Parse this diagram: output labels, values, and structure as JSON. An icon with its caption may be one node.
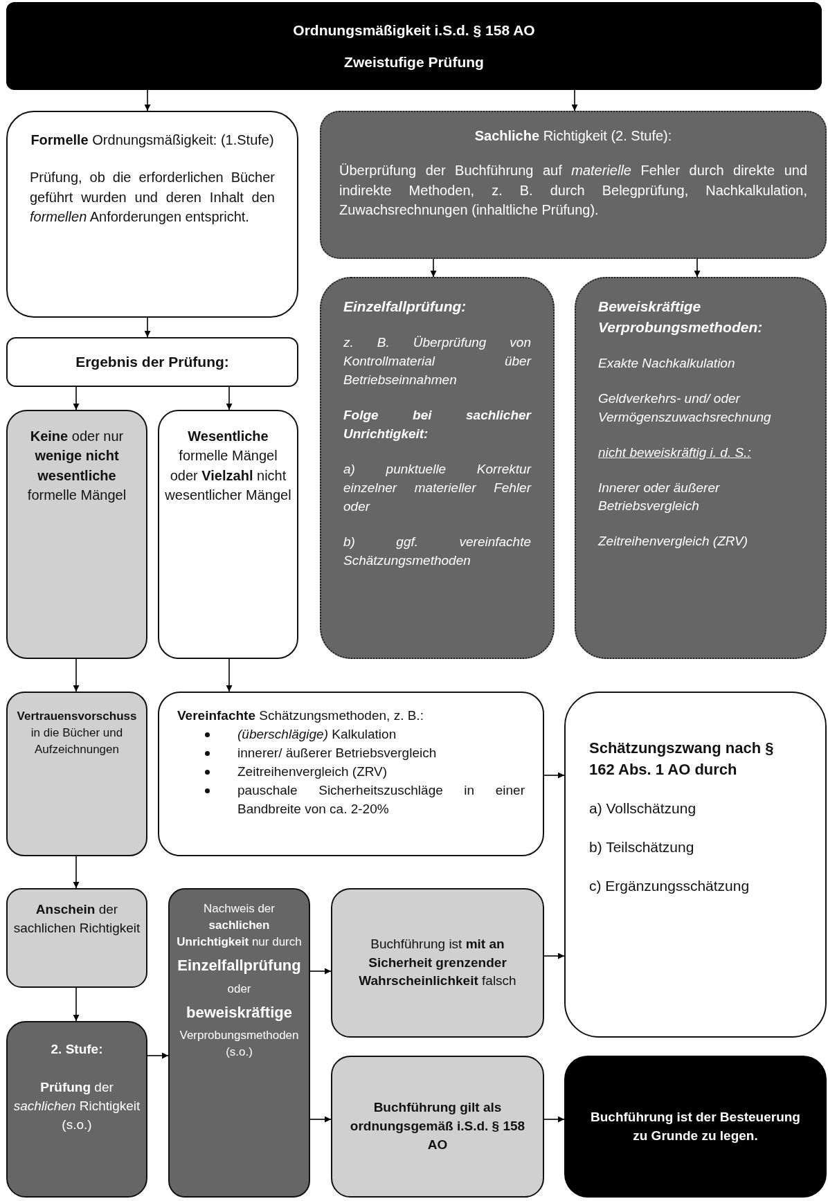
{
  "diagram": {
    "nodes": [
      {
        "text": [
          "Ordnungsmäßigkeit i.S.d. § 158 AO",
          "Zweistufige Prüfung"
        ]
      },
      {
        "text": [
          "**Formelle** Ordnungsmäßigkeit: (1.Stufe)",
          "Prüfung, ob die erforderlichen Bücher geführt wurden und deren Inhalt den *formellen* Anforderungen entspricht."
        ]
      },
      {
        "text": [
          "**Sachliche** Richtigkeit (2. Stufe):",
          "Überprüfung der Buchführung auf *materielle* Fehler durch direkte und indirekte Methoden, z. B. durch Belegprüfung, Nachkalkulation, Zuwachsrechnungen (inhaltliche Prüfung)."
        ]
      },
      {
        "text": [
          "Ergebnis der Prüfung:"
        ]
      },
      {
        "text": [
          "Einzelfallprüfung:",
          "z. B. Überprüfung von Kontrollmaterial über Betriebseinnahmen",
          "Folge bei sachlicher Unrichtigkeit:",
          "a) punktuelle Korrektur einzelner materieller Fehler oder",
          "b) ggf. vereinfachte Schätzungsmethoden"
        ]
      },
      {
        "text": [
          "Beweiskräftige Verprobungsmethoden:",
          "Exakte Nachkalkulation",
          "Geldverkehrs- und/ oder Vermögenszuwachsrechnung",
          "nicht beweiskräftig i. d. S.:",
          "Innerer oder äußerer Betriebsvergleich",
          "Zeitreihenvergleich (ZRV)"
        ]
      },
      {
        "text": [
          "**Keine** oder nur **wenige nicht wesentliche** formelle Mängel"
        ]
      },
      {
        "text": [
          "**Wesentliche** formelle Mängel oder **Vielzahl** nicht wesentlicher Mängel"
        ]
      },
      {
        "text": [
          "**Vertrauensvorschuss** in die Bücher und Aufzeichnungen"
        ]
      },
      {
        "text": [
          "**Vereinfachte** Schätzungsmethoden, z. B.:",
          "*(überschlägige)* Kalkulation",
          "innerer/ äußerer Betriebsvergleich",
          "Zeitreihenvergleich (ZRV)",
          "pauschale Sicherheitszuschläge in einer Bandbreite von ca. 2-20%"
        ]
      },
      {
        "text": [
          "Schätzungszwang nach § 162 Abs. 1 AO durch",
          "a) Vollschätzung",
          "b) Teilschätzung",
          "c) Ergänzungsschätzung"
        ]
      },
      {
        "text": [
          "**Anschein** der sachlichen Richtigkeit"
        ]
      },
      {
        "text": [
          "Nachweis der **sachlichen Unrichtigkeit** nur durch",
          "Einzelfallprüfung",
          "oder",
          "beweiskräftige",
          "Verprobungsmethoden (s.o.)"
        ]
      },
      {
        "text": [
          "Buchführung ist **mit an Sicherheit grenzender Wahrscheinlichkeit** falsch"
        ]
      },
      {
        "text": [
          "2. Stufe:",
          "**Prüfung** der *sachlichen* Richtigkeit (s.o.)"
        ]
      },
      {
        "text": [
          "Buchführung gilt als ordnungsgemäß i.S.d. § 158 AO"
        ]
      },
      {
        "text": [
          "Buchführung ist der Besteuerung zu Grunde zu legen."
        ]
      }
    ],
    "edges": [
      {
        "from": 0,
        "to": 1,
        "arrow": "to"
      },
      {
        "from": 0,
        "to": 2,
        "arrow": "to"
      },
      {
        "from": 1,
        "to": 3,
        "arrow": "to"
      },
      {
        "from": 2,
        "to": 4,
        "arrow": "to"
      },
      {
        "from": 2,
        "to": 5,
        "arrow": "to"
      },
      {
        "from": 3,
        "to": 6,
        "arrow": "to"
      },
      {
        "from": 3,
        "to": 7,
        "arrow": "to"
      },
      {
        "from": 6,
        "to": 8,
        "arrow": "to"
      },
      {
        "from": 7,
        "to": 9,
        "arrow": "to"
      },
      {
        "from": 8,
        "to": 11,
        "arrow": "to"
      },
      {
        "from": 11,
        "to": 14,
        "arrow": "to"
      },
      {
        "from": 14,
        "to": 12,
        "arrow": "to"
      },
      {
        "from": 9,
        "to": 10,
        "arrow": "to"
      },
      {
        "from": 12,
        "to": 13,
        "arrow": "to"
      },
      {
        "from": 13,
        "to": 10,
        "arrow": "to"
      },
      {
        "from": 12,
        "to": 15,
        "arrow": "to"
      },
      {
        "from": 15,
        "to": 16,
        "arrow": "to"
      }
    ]
  }
}
